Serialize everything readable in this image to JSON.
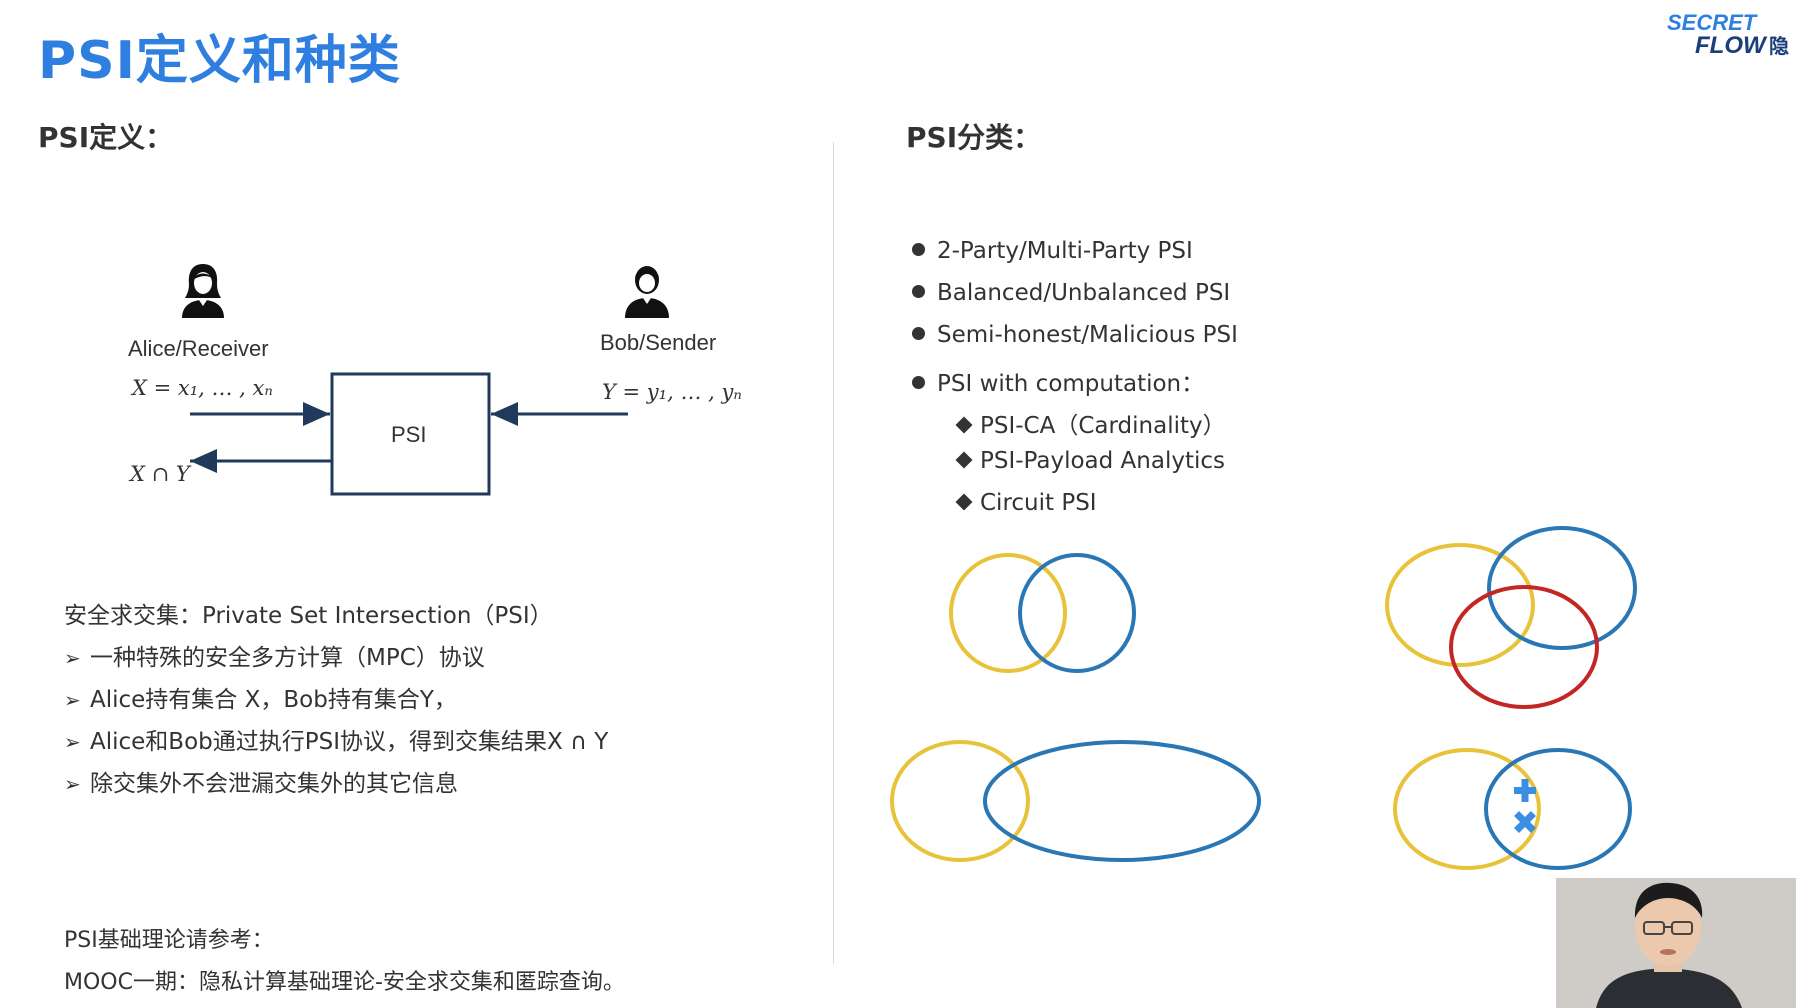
{
  "title": "PSI定义和种类",
  "logo": {
    "line1": "SECRET",
    "line2": "FLOW",
    "cn": "隐"
  },
  "left": {
    "heading": "PSI定义：",
    "diagram": {
      "alice_label": "Alice/Receiver",
      "bob_label": "Bob/Sender",
      "alice_set": "X = x₁, … , xₙ",
      "bob_set": "Y = y₁, … , yₙ",
      "result": "X ∩ Y",
      "box_label": "PSI"
    },
    "intro": "安全求交集：Private Set Intersection（PSI）",
    "bullets": [
      "一种特殊的安全多方计算（MPC）协议",
      "Alice持有集合 X，Bob持有集合Y，",
      "Alice和Bob通过执行PSI协议，得到交集结果X ∩ Y",
      "除交集外不会泄漏交集外的其它信息"
    ],
    "bullet_glyph": "➢",
    "reference_label": "PSI基础理论请参考：",
    "reference_text": "MOOC一期：隐私计算基础理论-安全求交集和匿踪查询。"
  },
  "right": {
    "heading": "PSI分类：",
    "items": [
      "2-Party/Multi-Party PSI",
      "Balanced/Unbalanced PSI",
      "Semi-honest/Malicious PSI",
      "PSI with computation："
    ],
    "subitems": [
      "PSI-CA（Cardinality）",
      "PSI-Payload Analytics",
      "Circuit PSI"
    ]
  },
  "colors": {
    "title": "#2f7fe0",
    "yellow": "#e8c33a",
    "blue": "#2a77b5",
    "red": "#c42525",
    "logo": "#2f7fe0"
  },
  "icons": [
    "female-user-icon",
    "male-user-icon",
    "plus-icon",
    "multiply-icon"
  ]
}
